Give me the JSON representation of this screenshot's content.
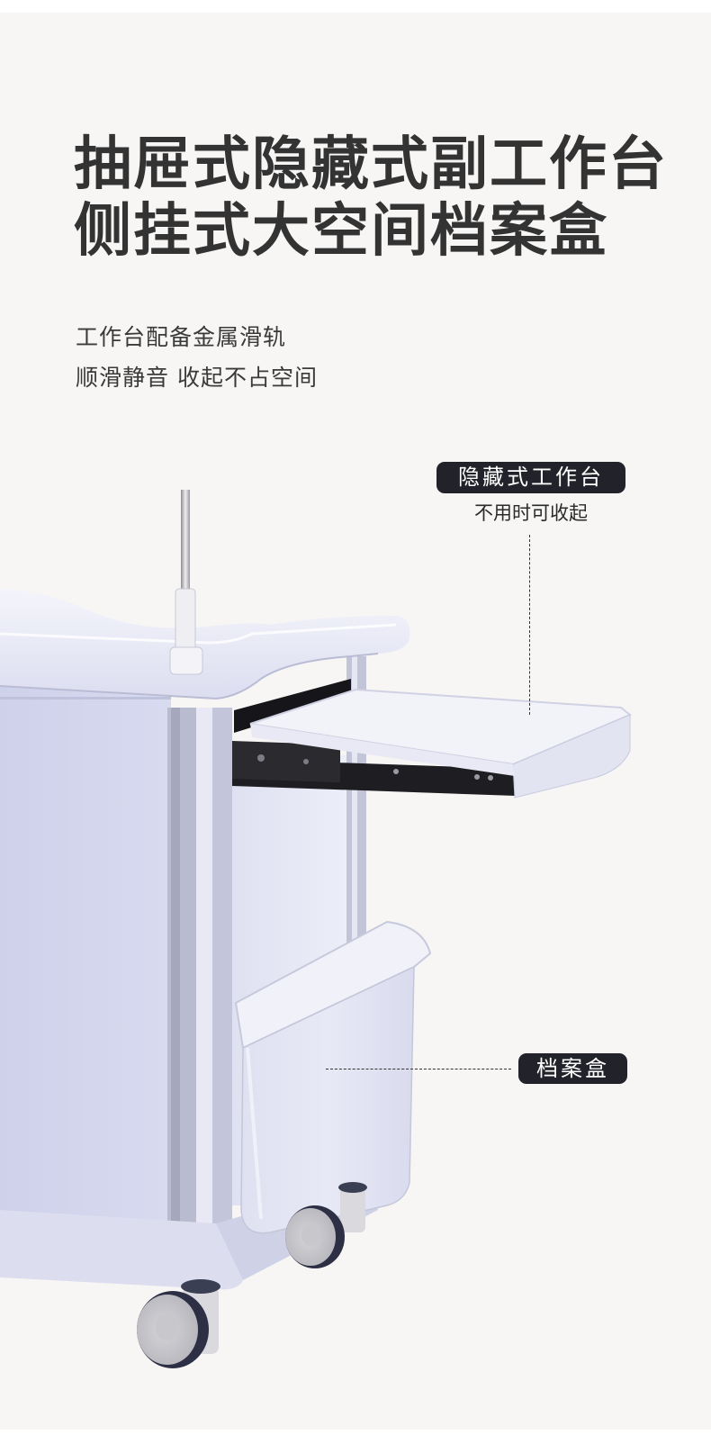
{
  "headline": {
    "line1": "抽屉式隐藏式副工作台",
    "line2": "侧挂式大空间档案盒"
  },
  "description": {
    "line1": "工作台配备金属滑轨",
    "line2": "顺滑静音 收起不占空间"
  },
  "callouts": [
    {
      "label": "隐藏式工作台",
      "caption": "不用时可收起"
    },
    {
      "label": "档案盒"
    }
  ],
  "product": {
    "name": "medical-cart",
    "parts": [
      "iv-pole",
      "top-tray",
      "pull-out-workbench",
      "metal-slide-rail",
      "side-file-box",
      "casters"
    ]
  },
  "colors": {
    "background": "#f7f6f4",
    "headline": "#333333",
    "badge": "#22232a",
    "cart_body": "#cfd2ea",
    "cart_trim": "#e9eaf6"
  }
}
